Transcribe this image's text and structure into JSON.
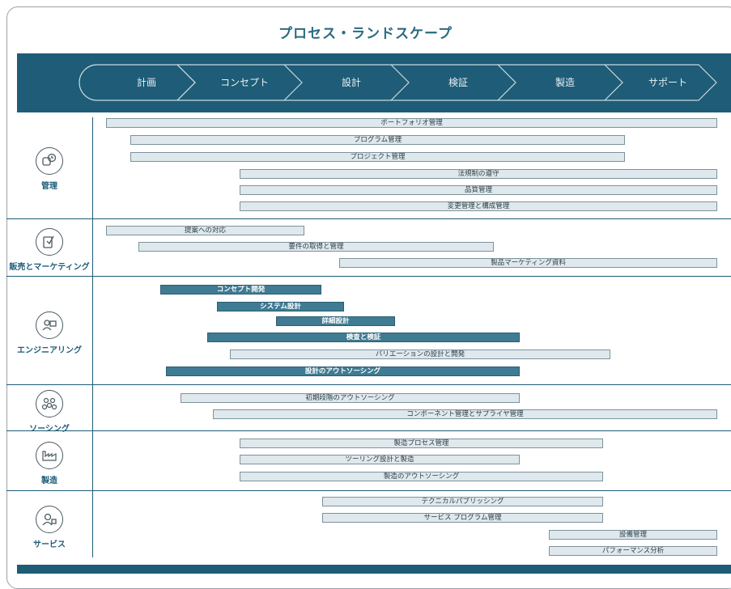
{
  "title": "プロセス・ランドスケープ",
  "phases": [
    "計画",
    "コンセプト",
    "設計",
    "検証",
    "製造",
    "サポート"
  ],
  "categories": [
    {
      "label": "管理",
      "icon": "management-icon"
    },
    {
      "label": "販売とマーケティング",
      "icon": "sales-marketing-icon"
    },
    {
      "label": "エンジニアリング",
      "icon": "engineering-icon"
    },
    {
      "label": "ソーシング",
      "icon": "sourcing-icon"
    },
    {
      "label": "製造",
      "icon": "factory-icon"
    },
    {
      "label": "サービス",
      "icon": "service-icon"
    }
  ],
  "processes": [
    {
      "label": "ポートフォリオ管理",
      "style": "light"
    },
    {
      "label": "プログラム管理",
      "style": "light"
    },
    {
      "label": "プロジェクト管理",
      "style": "light"
    },
    {
      "label": "法規制の遵守",
      "style": "light"
    },
    {
      "label": "品質管理",
      "style": "light"
    },
    {
      "label": "変更管理と構成管理",
      "style": "light"
    },
    {
      "label": "提案への対応",
      "style": "light"
    },
    {
      "label": "要件の取得と管理",
      "style": "light"
    },
    {
      "label": "製品マーケティング資料",
      "style": "light"
    },
    {
      "label": "コンセプト開発",
      "style": "dark"
    },
    {
      "label": "システム設計",
      "style": "dark"
    },
    {
      "label": "詳細設計",
      "style": "dark"
    },
    {
      "label": "検査と検証",
      "style": "dark"
    },
    {
      "label": "バリエーションの設計と開発",
      "style": "light"
    },
    {
      "label": "設計のアウトソーシング",
      "style": "dark"
    },
    {
      "label": "初期段階のアウトソーシング",
      "style": "light"
    },
    {
      "label": "コンポーネント管理とサプライヤ管理",
      "style": "light"
    },
    {
      "label": "製造プロセス管理",
      "style": "light"
    },
    {
      "label": "ツーリング設計と製造",
      "style": "light"
    },
    {
      "label": "製造のアウトソーシング",
      "style": "light"
    },
    {
      "label": "テクニカルパブリッシング",
      "style": "light"
    },
    {
      "label": "サービス プログラム管理",
      "style": "light"
    },
    {
      "label": "設備管理",
      "style": "light"
    },
    {
      "label": "パフォーマンス分析",
      "style": "light"
    }
  ],
  "colors": {
    "accent": "#1e5c77",
    "bar_light": "#dfe8ec",
    "bar_dark": "#3f7b93",
    "title": "#2b6a82"
  }
}
